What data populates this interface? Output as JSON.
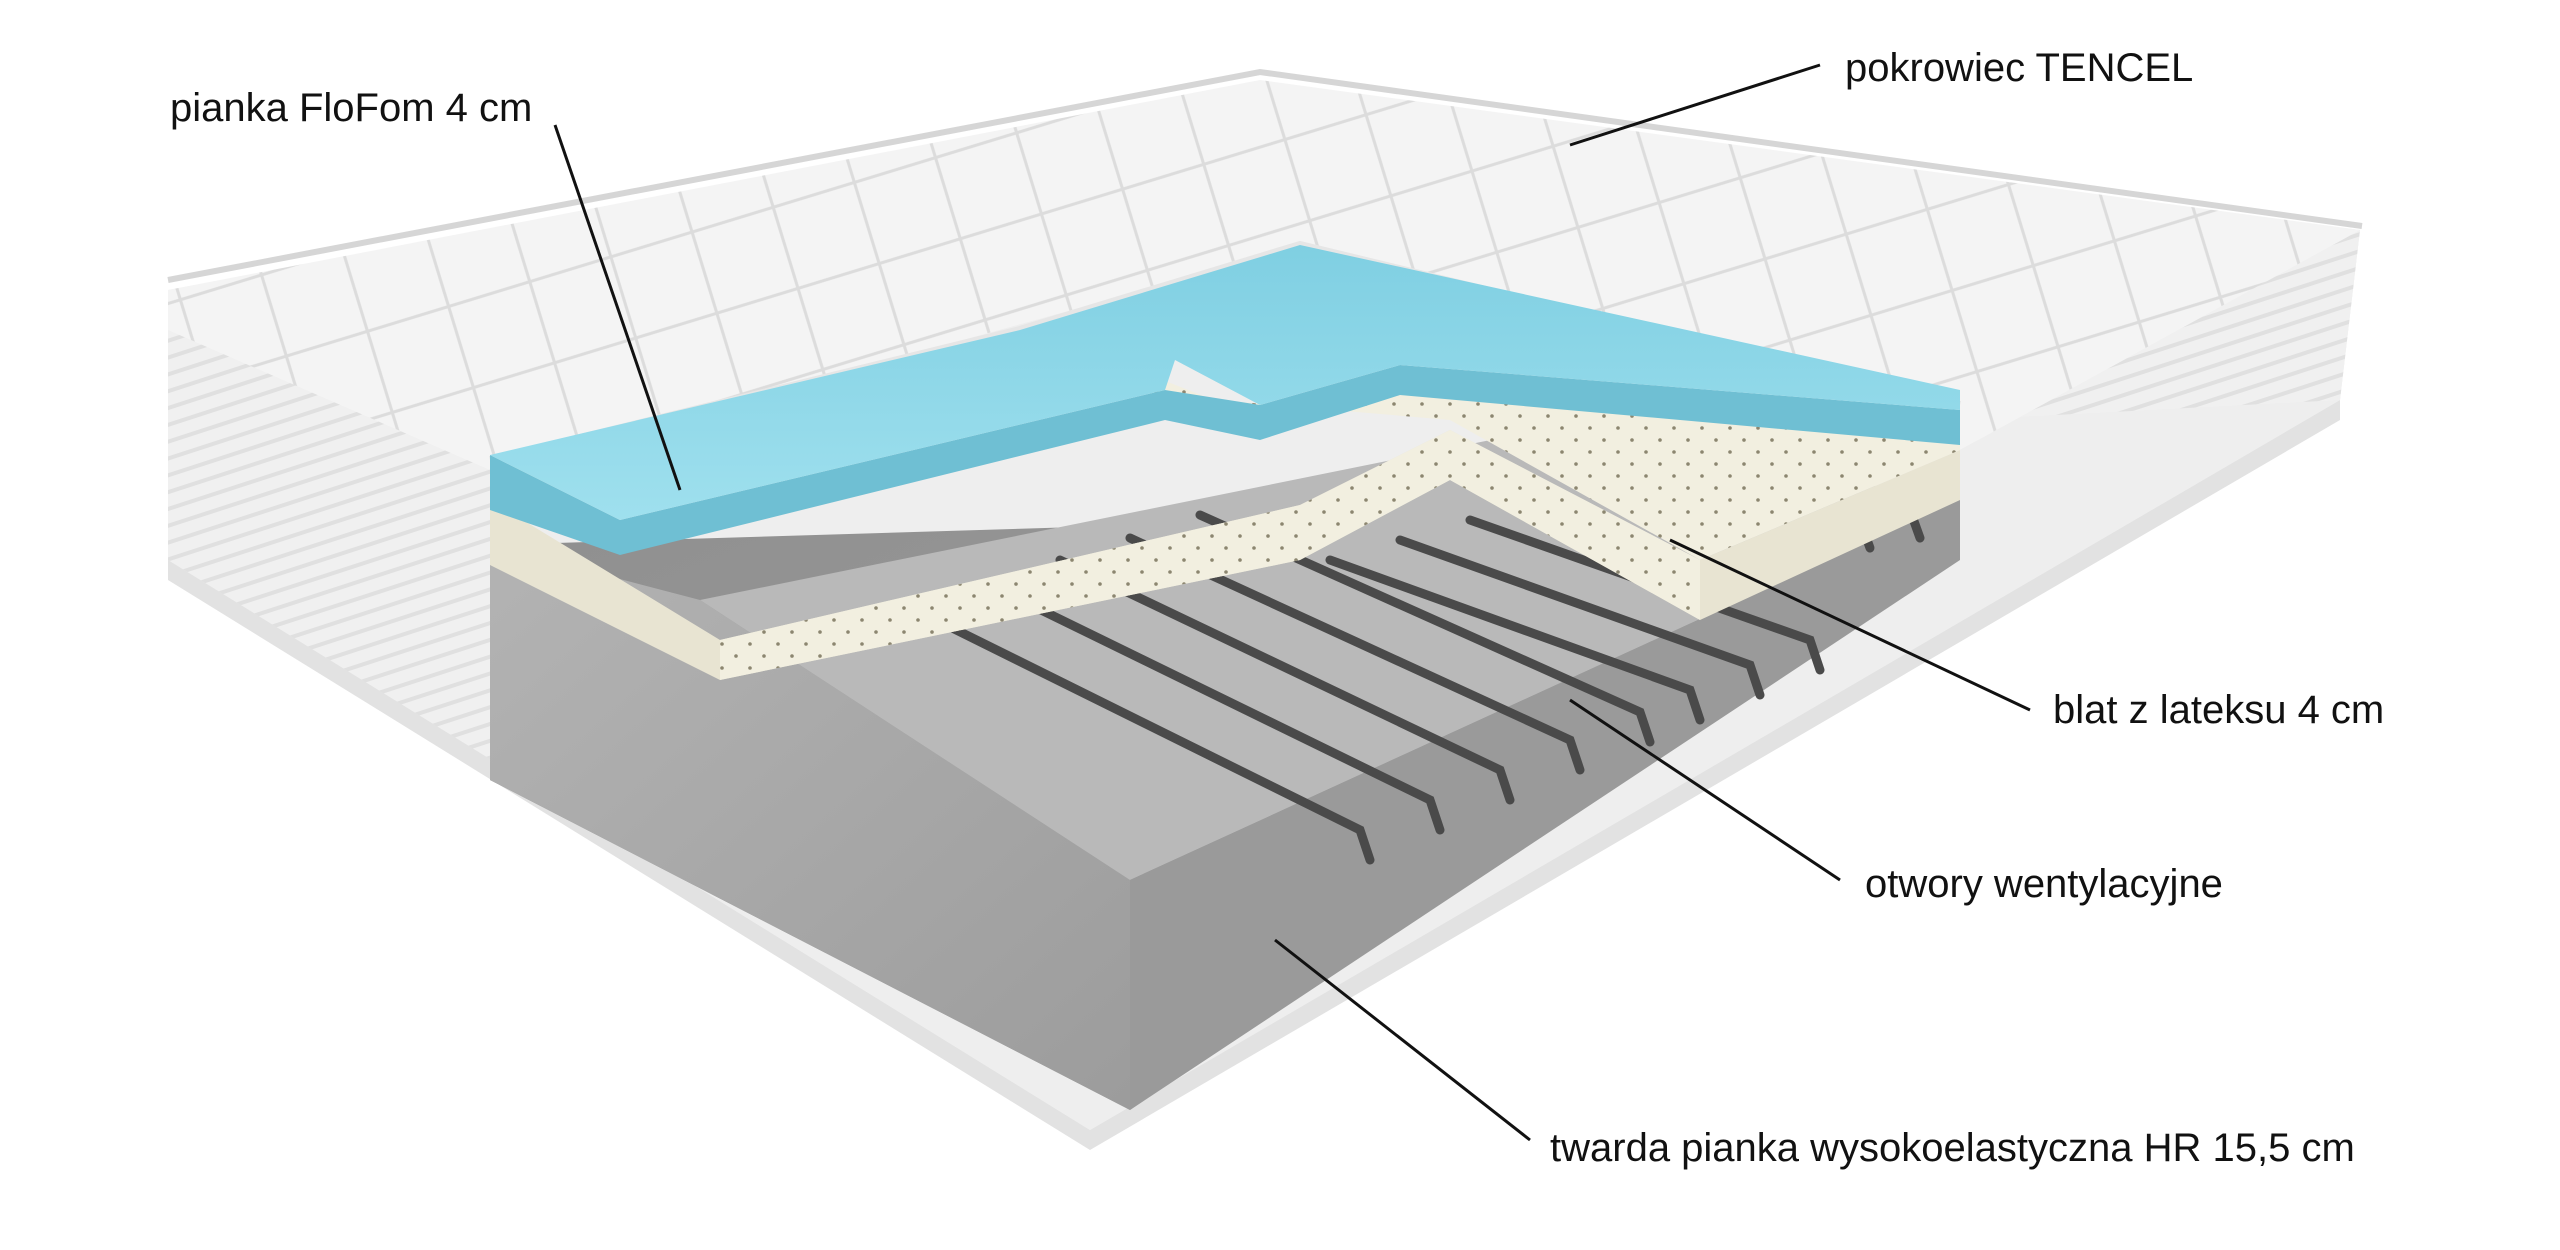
{
  "labels": {
    "flofom": "pianka FloFom 4 cm",
    "cover": "pokrowiec TENCEL",
    "latex": "blat z lateksu 4 cm",
    "vents": "otwory wentylacyjne",
    "hr_foam": "twarda pianka wysokoelastyczna HR 15,5 cm"
  },
  "colors": {
    "background": "#ffffff",
    "cover": "#f3f3f3",
    "flofom": "#8fd8e8",
    "latex": "#f2efe0",
    "hr_foam": "#a6a6a6",
    "leader_line": "#111111"
  }
}
